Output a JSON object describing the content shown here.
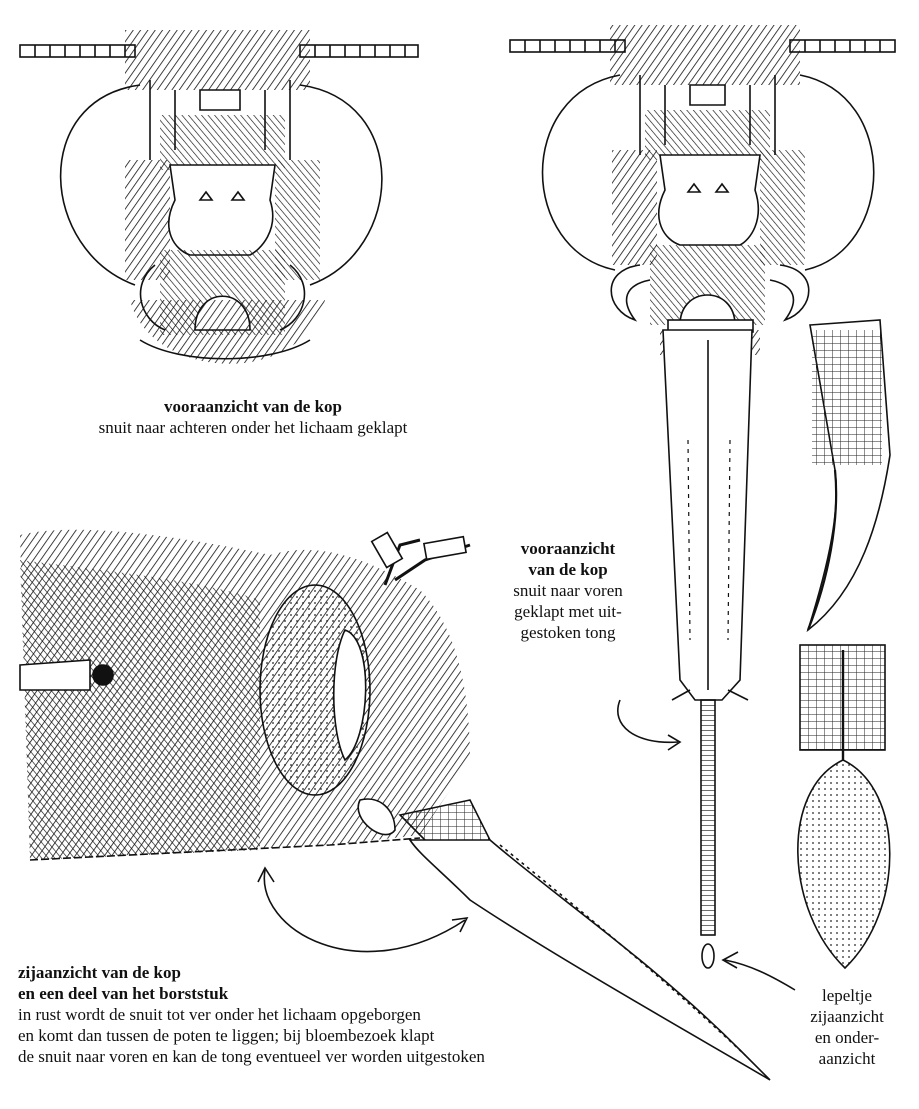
{
  "captions": {
    "front_folded": {
      "title": "vooraanzicht van de kop",
      "desc": "snuit naar achteren onder het lichaam geklapt"
    },
    "front_extended": {
      "title_line1": "vooraanzicht",
      "title_line2": "van de kop",
      "desc_line1": "snuit naar voren",
      "desc_line2": "geklapt met uit-",
      "desc_line3": "gestoken tong"
    },
    "side": {
      "title_line1": "zijaanzicht van de kop",
      "title_line2": "en een deel van het borststuk",
      "desc_line1": "in rust wordt de snuit tot ver onder het lichaam opgeborgen",
      "desc_line2": "en komt dan tussen de poten te liggen; bij bloembezoek klapt",
      "desc_line3": "de snuit naar voren en kan de tong eventueel ver worden uitgestoken"
    },
    "spoon": {
      "line1": "lepeltje",
      "line2": "zijaanzicht",
      "line3": "en onder-",
      "line4": "aanzicht"
    }
  }
}
